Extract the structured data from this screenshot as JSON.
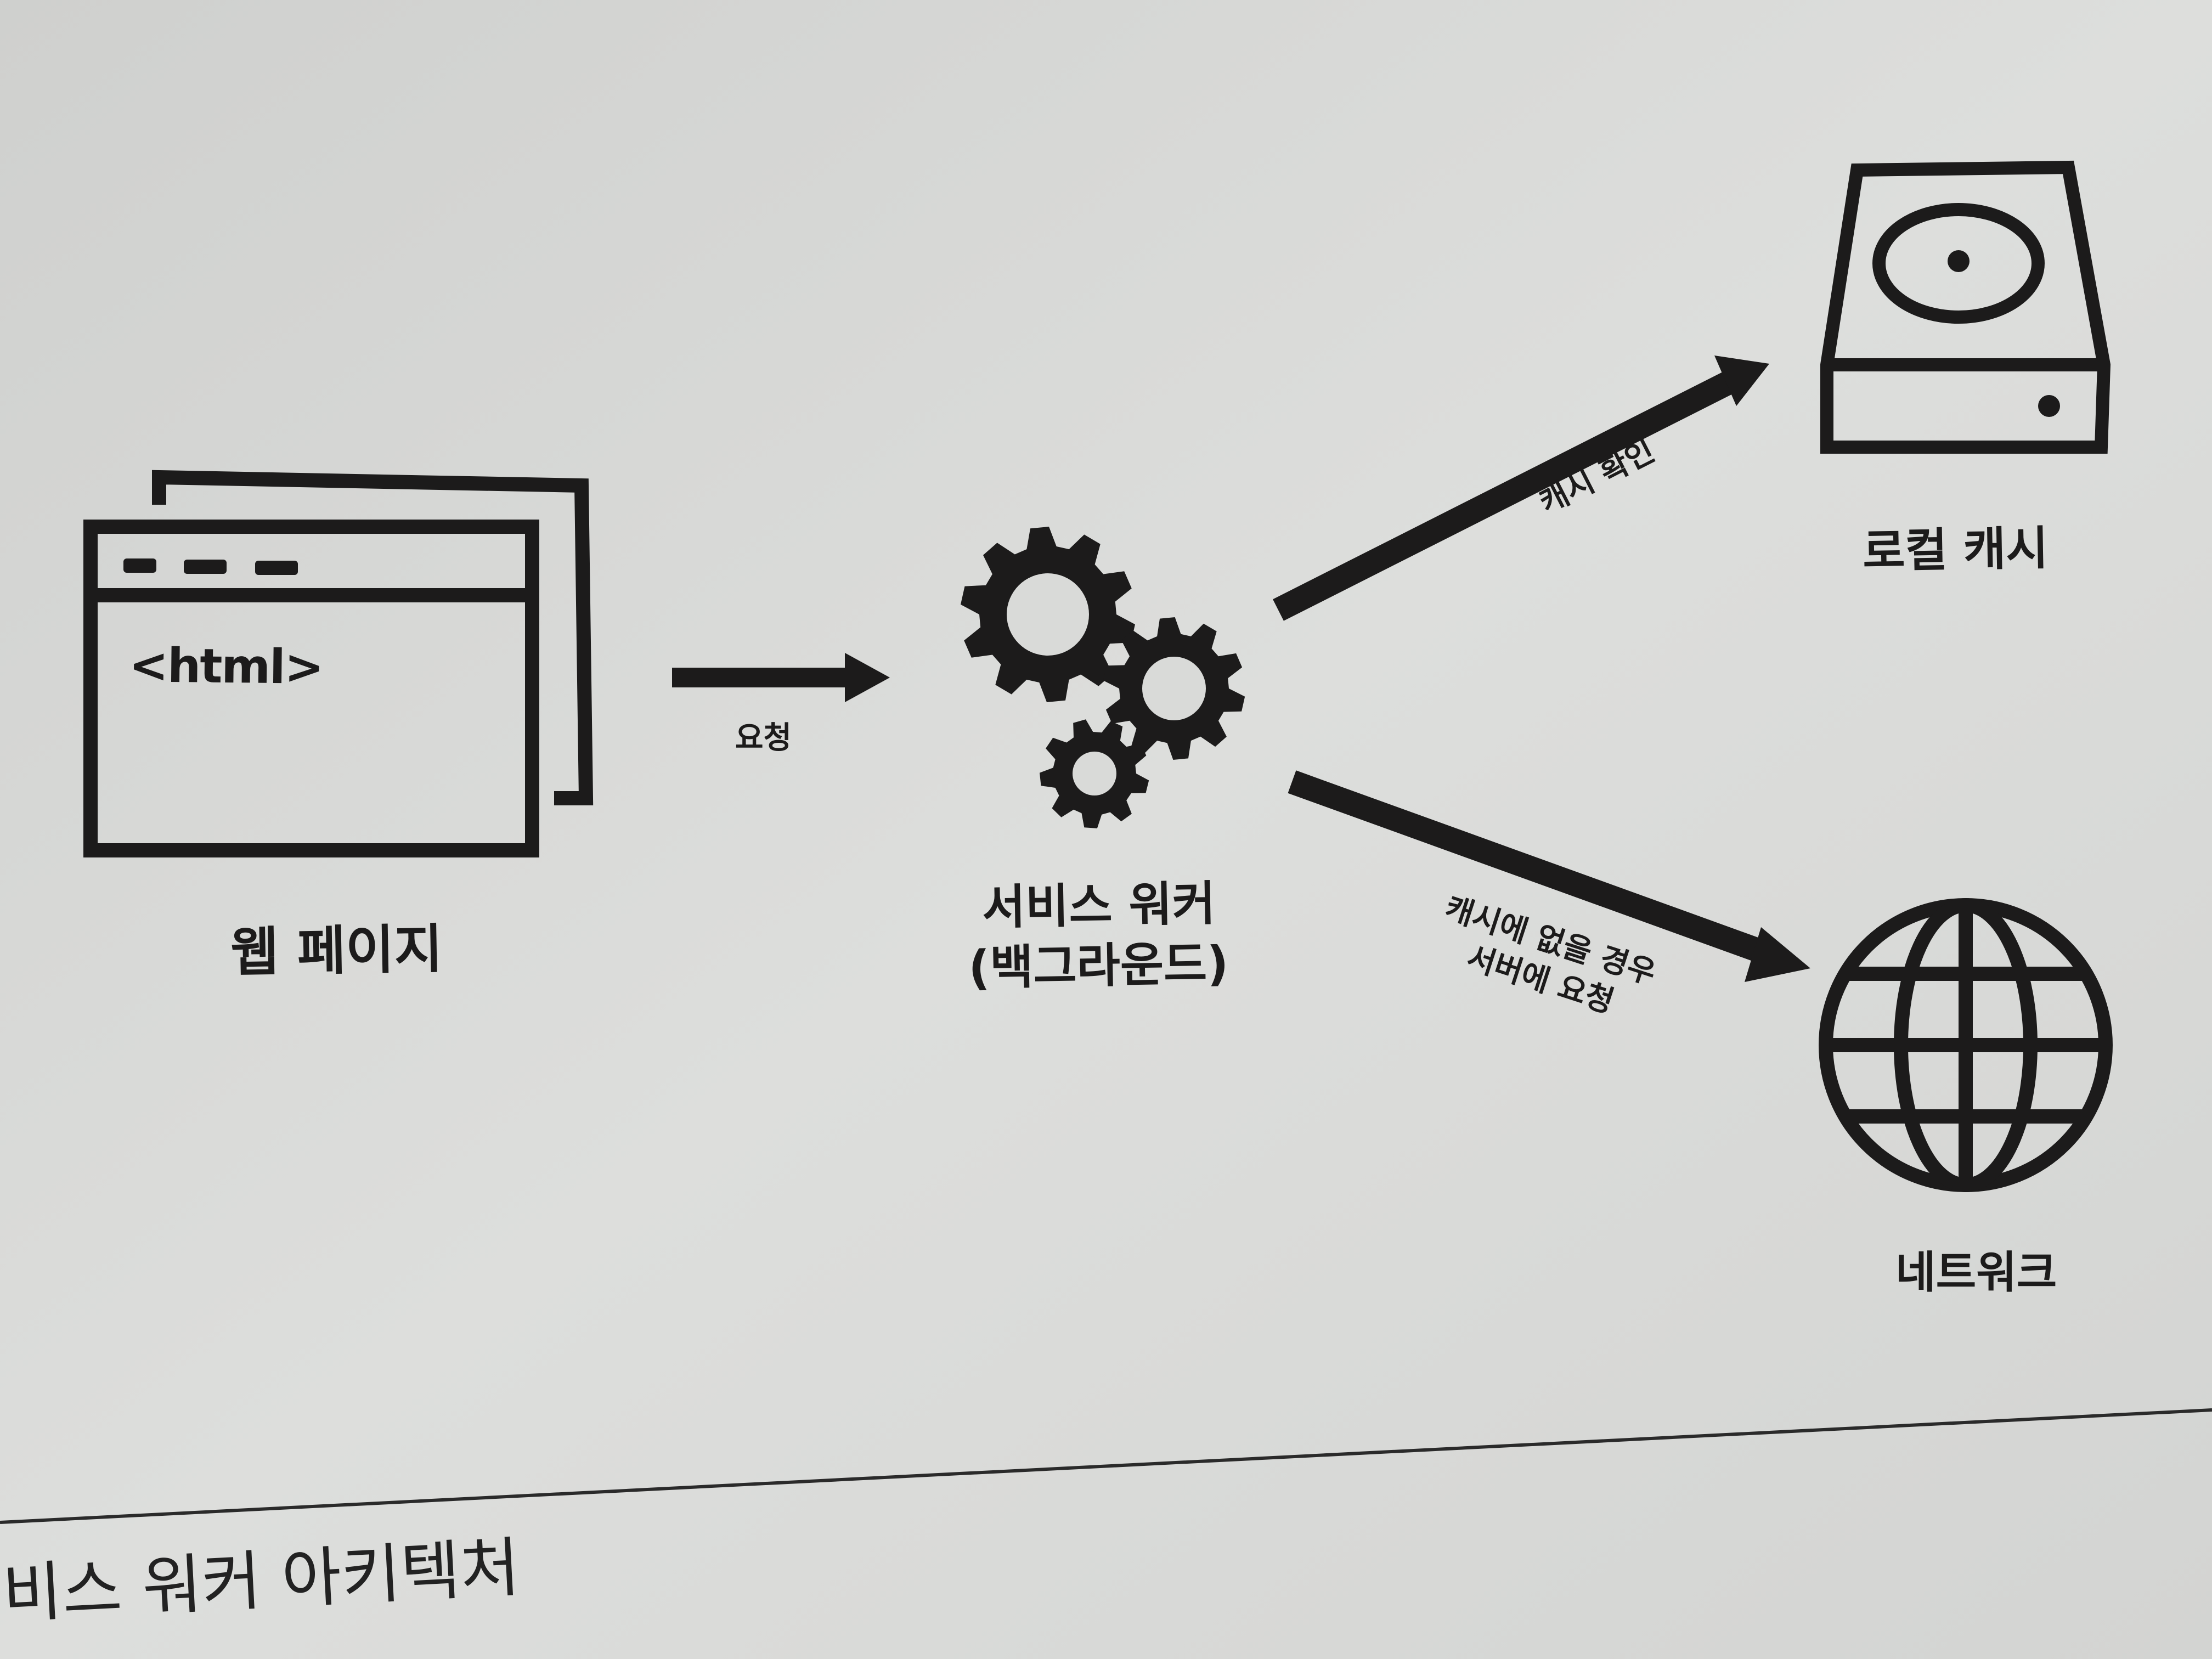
{
  "diagram": {
    "nodes": {
      "web_page": {
        "label": "웹 페이지",
        "code": "<html>",
        "icon": "browser-window-icon"
      },
      "service_worker": {
        "label": "서비스 워커",
        "sublabel": "(백그라운드)",
        "icon": "gears-icon"
      },
      "local_cache": {
        "label": "로컬 캐시",
        "icon": "hard-drive-icon"
      },
      "network": {
        "label": "네트워크",
        "icon": "globe-icon"
      }
    },
    "edges": {
      "request": {
        "label": "요청"
      },
      "cache_check": {
        "label": "캐시 확인"
      },
      "network_request": {
        "label_line1": "캐시에 없을 경우",
        "label_line2": "서버에 요청"
      }
    },
    "caption": "비스 워커 아키텍처"
  },
  "colors": {
    "paper": "#d9dad8",
    "ink": "#1c1b1b"
  }
}
